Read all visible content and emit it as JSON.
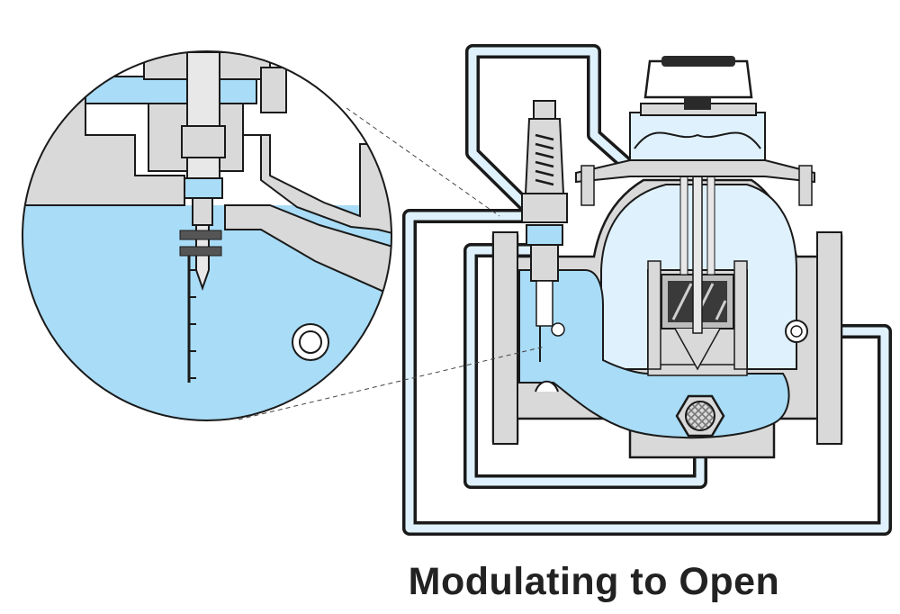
{
  "caption": "Modulating to Open",
  "colors": {
    "water": "#a9dcf6",
    "water_light": "#dff1fc",
    "metal": "#d9d9d9",
    "line": "#1a1a1a",
    "background": "#ffffff"
  },
  "icons": [
    "magnifier-circle",
    "strainer",
    "pilot-valve",
    "main-valve",
    "pilot-tubing"
  ]
}
